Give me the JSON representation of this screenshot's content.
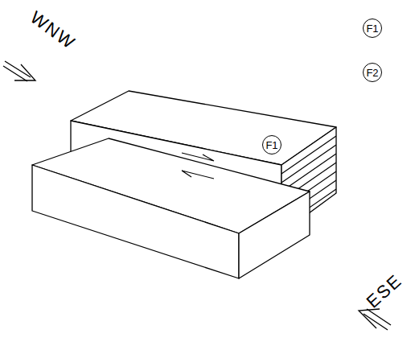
{
  "diagram": {
    "nodes": [
      {
        "text": [
          "F1"
        ]
      },
      {
        "text": [
          "F2"
        ]
      },
      {
        "text": [
          "F1"
        ]
      }
    ],
    "labels": [
      "WNW",
      "ESE"
    ]
  }
}
